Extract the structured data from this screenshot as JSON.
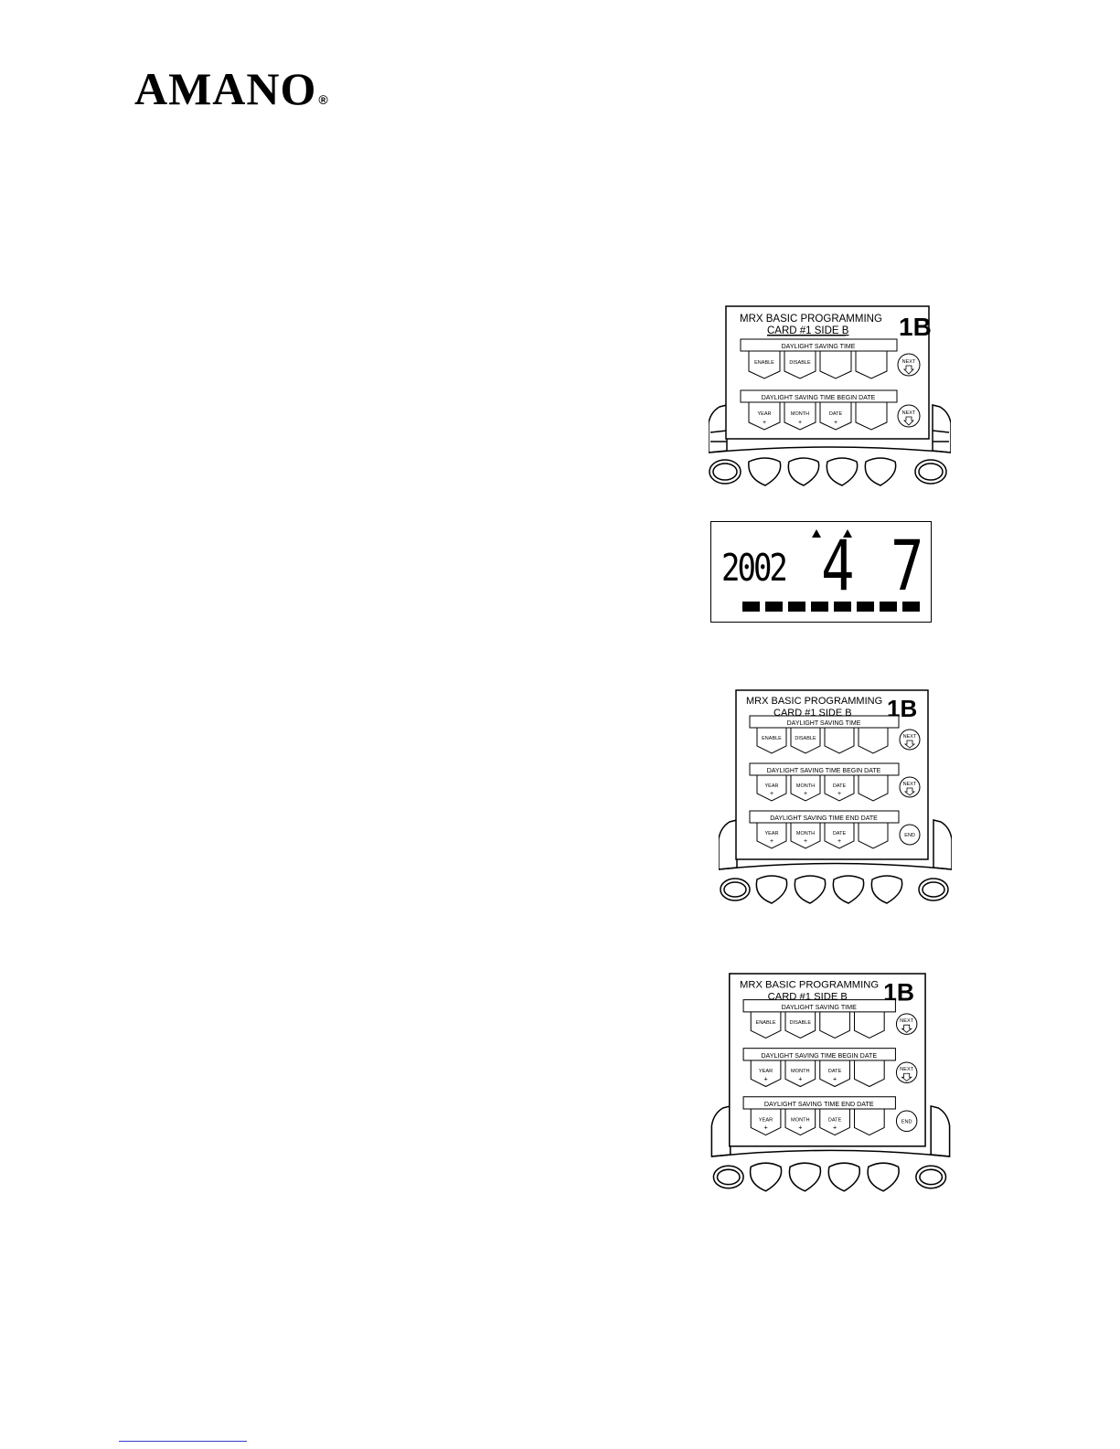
{
  "logo": {
    "text": "AMANO",
    "registered": "®"
  },
  "card": {
    "title": "MRX BASIC PROGRAMMING",
    "subtitle": "CARD #1 SIDE B",
    "code": "1B",
    "row1": {
      "header": "DAYLIGHT SAVING TIME",
      "k1": "ENABLE",
      "k2": "DISABLE",
      "side": "NEXT"
    },
    "row2": {
      "header": "DAYLIGHT SAVING TIME BEGIN DATE",
      "k1": "YEAR",
      "k2": "MONTH",
      "k3": "DATE",
      "plus": "+",
      "side": "NEXT"
    },
    "row3": {
      "header": "DAYLIGHT SAVING TIME END DATE",
      "k1": "YEAR",
      "k2": "MONTH",
      "k3": "DATE",
      "plus": "+",
      "side": "END"
    }
  },
  "lcd": {
    "year": "2002",
    "month": "4",
    "date": "7"
  }
}
